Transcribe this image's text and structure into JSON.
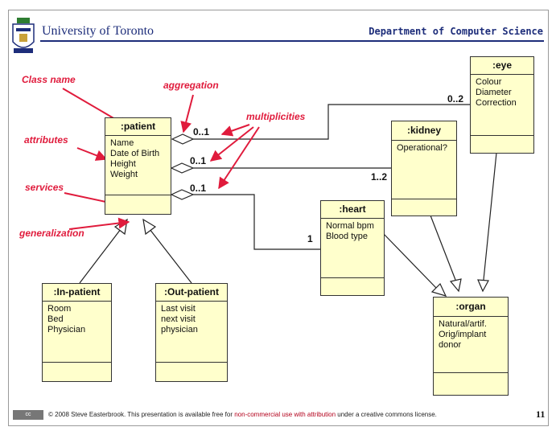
{
  "header": {
    "university": "University of Toronto",
    "department": "Department of Computer Science"
  },
  "classes": {
    "patient": {
      "name": ":patient",
      "attributes": [
        "Name",
        "Date of Birth",
        "Height",
        "Weight"
      ]
    },
    "inpatient": {
      "name": ":In-patient",
      "attributes": [
        "Room",
        "Bed",
        "Physician"
      ]
    },
    "outpatient": {
      "name": ":Out-patient",
      "attributes": [
        "Last visit",
        "next visit",
        "physician"
      ]
    },
    "eye": {
      "name": ":eye",
      "attributes": [
        "Colour",
        "Diameter",
        "Correction"
      ]
    },
    "kidney": {
      "name": ":kidney",
      "attributes": [
        "Operational?"
      ]
    },
    "heart": {
      "name": ":heart",
      "attributes": [
        "Normal bpm",
        "Blood type"
      ]
    },
    "organ": {
      "name": ":organ",
      "attributes": [
        "Natural/artif.",
        "Orig/implant",
        "donor"
      ]
    }
  },
  "annotations": {
    "class_name": "Class name",
    "aggregation": "aggregation",
    "multiplicities": "multiplicities",
    "attributes": "attributes",
    "services": "services",
    "generalization": "generalization"
  },
  "multiplicities": {
    "eye_patient": "0..1",
    "eye_end": "0..2",
    "kidney_patient": "0..1",
    "kidney_end": "1..2",
    "heart_patient": "0..1",
    "heart_end": "1"
  },
  "footer": {
    "copyright": "© 2008 Steve Easterbrook. This presentation is available free for ",
    "license_link": "non-commercial use with attribution",
    "license_tail": " under a creative commons license.",
    "cc_badge": "cc",
    "page_number": "11"
  },
  "colors": {
    "class_fill": "#ffffcc",
    "annotation": "#e01b3c",
    "header_blue": "#1d2d7a"
  }
}
